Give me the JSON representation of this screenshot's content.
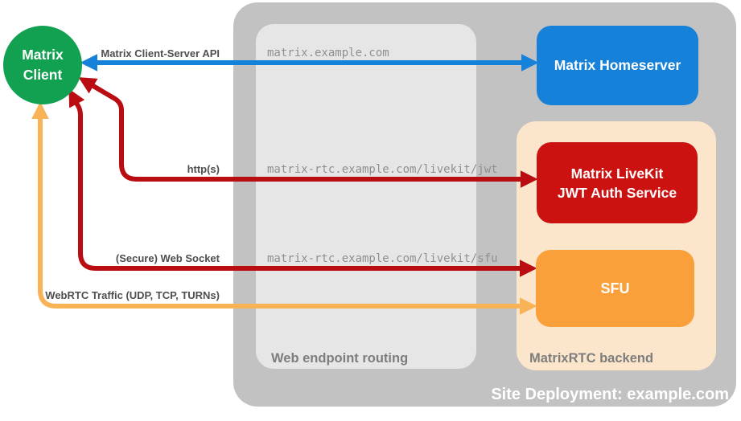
{
  "diagram_title": "Site Deployment: example.com",
  "containers": {
    "site": {
      "label": "Site Deployment: example.com"
    },
    "routing": {
      "label": "Web endpoint routing"
    },
    "backend": {
      "label": "MatrixRTC backend"
    }
  },
  "nodes": {
    "client": {
      "label_line1": "Matrix",
      "label_line2": "Client"
    },
    "homeserver": {
      "label": "Matrix Homeserver"
    },
    "livekit": {
      "label_line1": "Matrix LiveKit",
      "label_line2": "JWT Auth Service"
    },
    "sfu": {
      "label": "SFU"
    }
  },
  "edges": [
    {
      "label": "Matrix Client-Server API",
      "endpoint": "matrix.example.com",
      "from": "matrix-client",
      "to": "matrix-homeserver",
      "direction": "bidirectional",
      "color": "#1581d9"
    },
    {
      "label": "http(s)",
      "endpoint": "matrix-rtc.example.com/livekit/jwt",
      "from": "matrix-client",
      "to": "livekit-jwt-auth-service",
      "direction": "bidirectional",
      "color": "#ba0d12"
    },
    {
      "label": "(Secure) Web Socket",
      "endpoint": "matrix-rtc.example.com/livekit/sfu",
      "from": "matrix-client",
      "to": "sfu",
      "direction": "bidirectional",
      "color": "#ba0d12"
    },
    {
      "label": "WebRTC Traffic (UDP, TCP, TURNs)",
      "endpoint": "",
      "from": "matrix-client",
      "to": "sfu",
      "direction": "bidirectional",
      "color": "#f8b356"
    }
  ],
  "colors": {
    "client_green": "#12a150",
    "homeserver_blue": "#1581d9",
    "livekit_red": "#cc1111",
    "red_arrow": "#ba0d12",
    "sfu_orange": "#f9a03b",
    "orange_arrow": "#f8b356",
    "backend_peach": "#fce6cb",
    "site_gray": "#c2c2c2",
    "routing_gray": "#e6e6e6"
  }
}
